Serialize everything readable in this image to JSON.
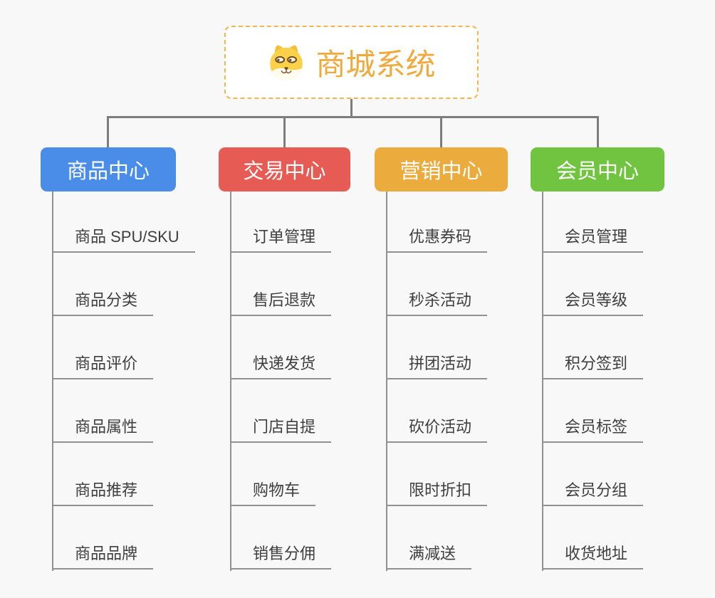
{
  "diagram": {
    "root": {
      "title": "商城系统",
      "icon": "dog-face-icon"
    },
    "branches": [
      {
        "label": "商品中心",
        "color": "#4A8DE8",
        "children": [
          "商品 SPU/SKU",
          "商品分类",
          "商品评价",
          "商品属性",
          "商品推荐",
          "商品品牌"
        ]
      },
      {
        "label": "交易中心",
        "color": "#E65B54",
        "children": [
          "订单管理",
          "售后退款",
          "快递发货",
          "门店自提",
          "购物车",
          "销售分佣"
        ]
      },
      {
        "label": "营销中心",
        "color": "#ECAB3D",
        "children": [
          "优惠券码",
          "秒杀活动",
          "拼团活动",
          "砍价活动",
          "限时折扣",
          "满减送"
        ]
      },
      {
        "label": "会员中心",
        "color": "#70C440",
        "children": [
          "会员管理",
          "会员等级",
          "积分签到",
          "会员标签",
          "会员分组",
          "收货地址"
        ]
      }
    ],
    "colors": {
      "background": "#F8F8F8",
      "connector": "#7D7D7D",
      "leaf_line": "#919191",
      "leaf_text": "#3E3E3E",
      "root_border": "#F6B44A",
      "root_text": "#F0A93A"
    }
  }
}
